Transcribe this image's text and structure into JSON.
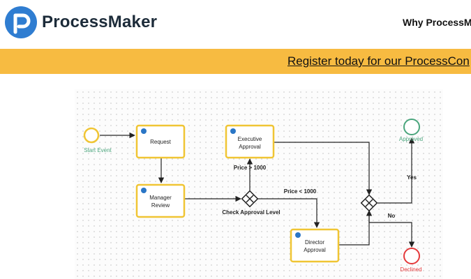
{
  "header": {
    "logo_text": "ProcessMaker",
    "nav_link": "Why ProcessMa"
  },
  "banner": {
    "link_text": "Register today for our ProcessCon"
  },
  "diagram": {
    "start_event": "Start Event",
    "task_request": "Request",
    "task_manager_line1": "Manager",
    "task_manager_line2": "Review",
    "task_executive_line1": "Executive",
    "task_executive_line2": "Approval",
    "task_director_line1": "Director",
    "task_director_line2": "Approval",
    "gateway_label": "Check Approval Level",
    "flow_price_gt": "Price > 1000",
    "flow_price_lt": "Price < 1000",
    "flow_yes": "Yes",
    "flow_no": "No",
    "end_approved": "Approved",
    "end_declined": "Declined",
    "colors": {
      "task_border": "#f0c534",
      "start_green": "#4aa57c",
      "end_green": "#4aa57c",
      "end_red": "#e4393b",
      "task_icon": "#2a76c6"
    }
  }
}
